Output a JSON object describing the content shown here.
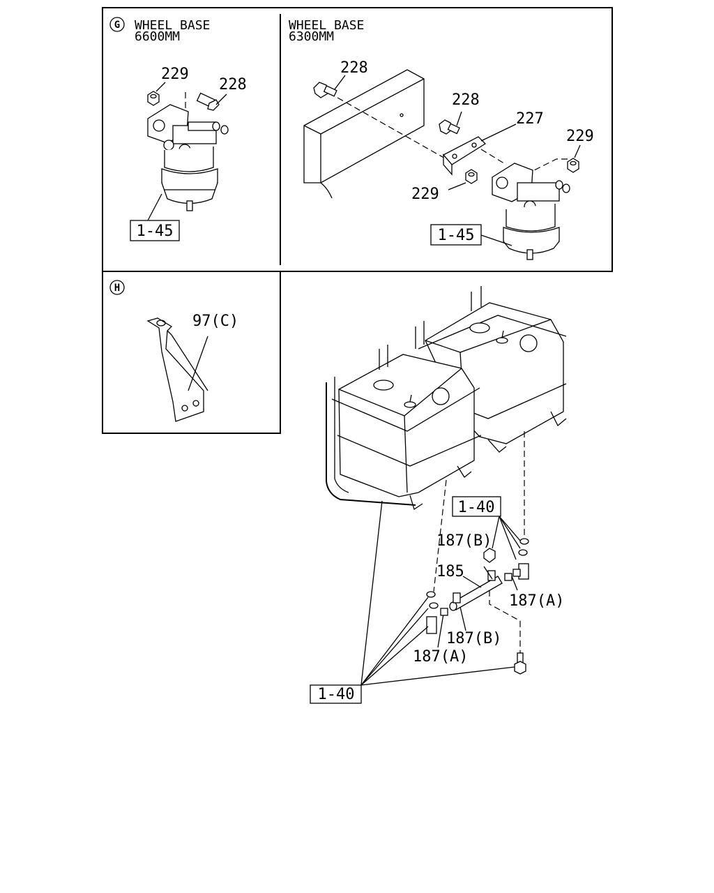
{
  "panel_g": {
    "marker": "G",
    "heading_line1": "WHEEL BASE",
    "heading_line2": "6600MM",
    "labels": {
      "nut": "229",
      "bolt": "228",
      "filter_ref": "1-45"
    }
  },
  "panel_g_right": {
    "heading_line1": "WHEEL BASE",
    "heading_line2": "6300MM",
    "labels": {
      "bolt_top": "228",
      "bolt_mid": "228",
      "bracket": "227",
      "nut_right": "229",
      "nut_low": "229",
      "filter_ref": "1-45"
    }
  },
  "panel_h": {
    "marker": "H",
    "labels": {
      "bracket": "97(C)"
    }
  },
  "tank_assembly": {
    "labels": {
      "ref_top": "1-40",
      "ref_bottom": "1-40",
      "union_b_top": "187(B)",
      "pipe": "185",
      "union_a_right": "187(A)",
      "union_b_low": "187(B)",
      "union_a_low": "187(A)"
    }
  }
}
